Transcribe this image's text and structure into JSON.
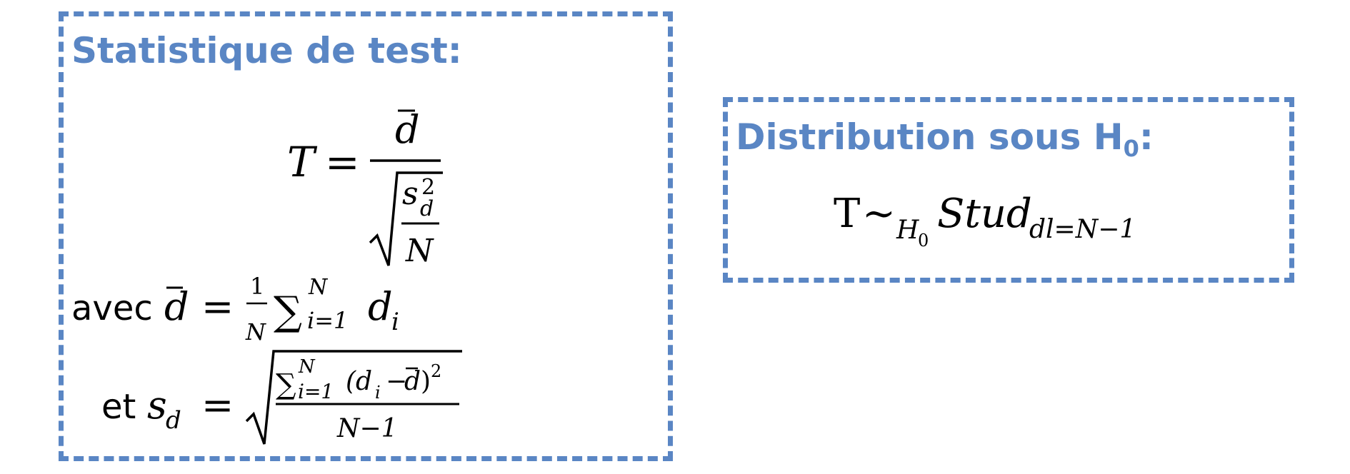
{
  "test_panel": {
    "title": "Statistique de test:",
    "formula_T": {
      "lhs": "T",
      "equals": "=",
      "numerator": "d",
      "denominator_top": "s",
      "denominator_top_sub": "d",
      "denominator_top_sup": "2",
      "denominator_bottom": "N"
    },
    "mean_def": {
      "prefix": "avec",
      "lhs": "d",
      "equals": "=",
      "frac_num": "1",
      "frac_den": "N",
      "sum_symbol": "∑",
      "sum_upper": "N",
      "sum_lower": "i=1",
      "term": "d",
      "term_sub": "i"
    },
    "sd_def": {
      "prefix": "et",
      "lhs": "s",
      "lhs_sub": "d",
      "equals": "=",
      "sum_symbol": "∑",
      "sum_upper": "N",
      "sum_lower": "i=1",
      "term": "(d",
      "term_sub": "i",
      "minus": "−",
      "dbar": "d",
      "close": ")",
      "square": "2",
      "denominator": "N−1"
    }
  },
  "dist_panel": {
    "title_main": "Distribution sous H",
    "title_sub": "0",
    "title_colon": ":",
    "formula": {
      "lhs": "T",
      "tilde": "~",
      "h": "H",
      "h_sub": "0",
      "dist": "Stud",
      "dist_sub": "dl=N−1"
    }
  },
  "colors": {
    "accent": "#5a86c4",
    "text": "#000000"
  }
}
